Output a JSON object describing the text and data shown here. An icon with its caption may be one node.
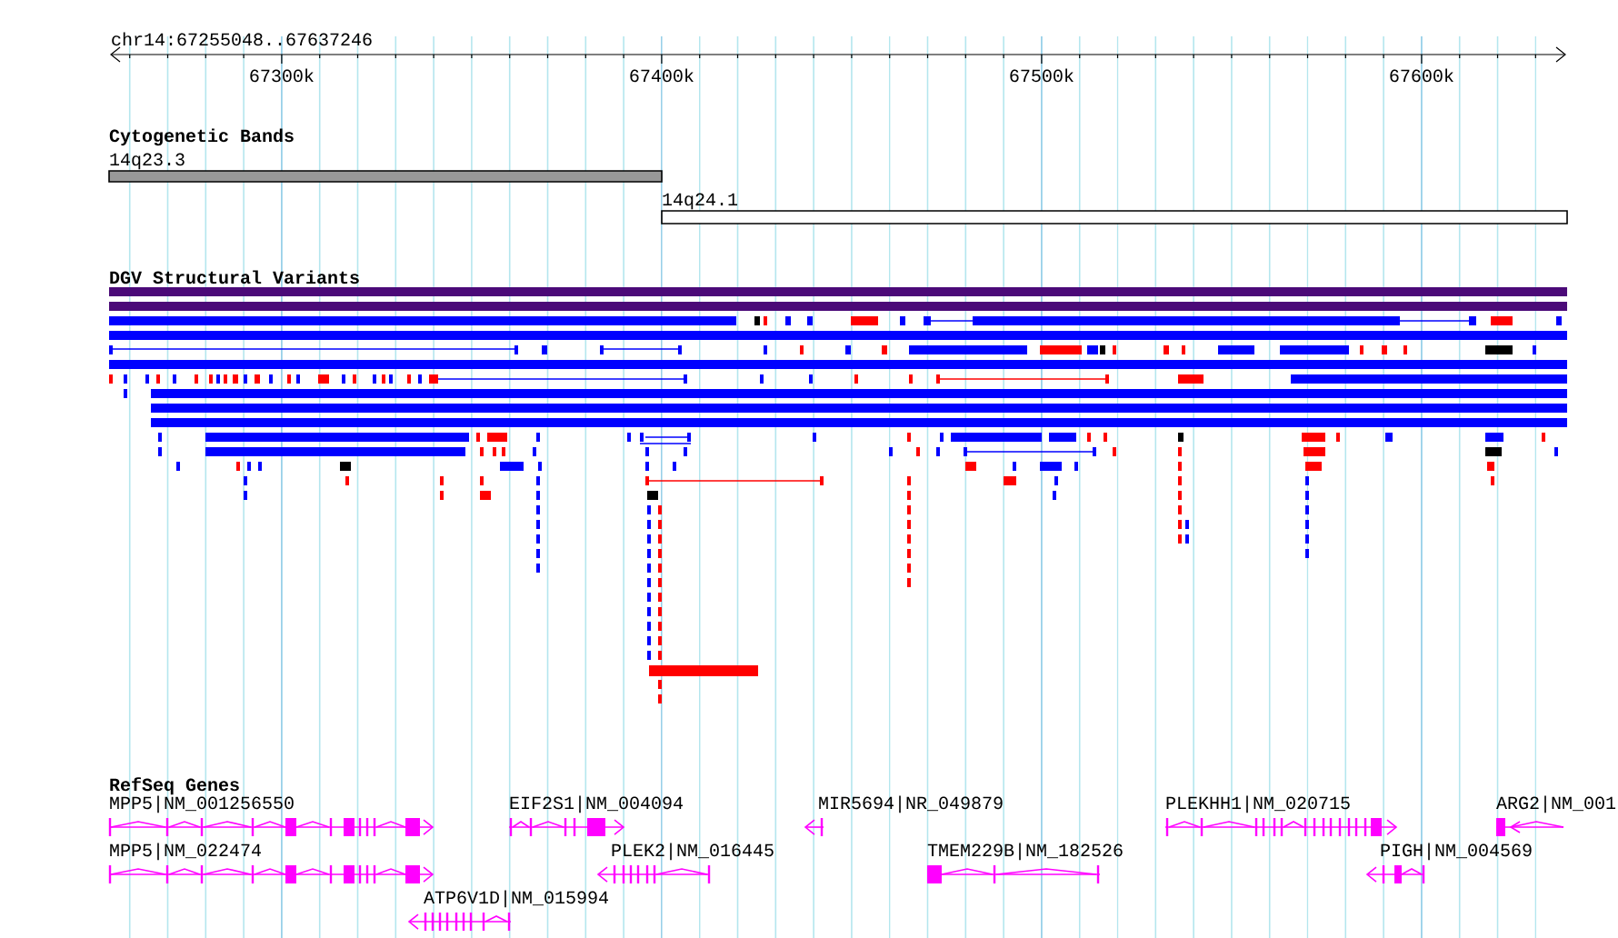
{
  "diagram": {
    "nodes": [
      {
        "text": [
          "14q23.3"
        ]
      },
      {
        "text": [
          "14q24.1"
        ]
      },
      {
        "text": [
          "MPP5|NM_001256550"
        ]
      },
      {
        "text": [
          "EIF2S1|NM_004094"
        ]
      },
      {
        "text": [
          "MIR5694|NR_049879"
        ]
      },
      {
        "text": [
          "PLEKHH1|NM_020715"
        ]
      },
      {
        "text": [
          "ARG2|NM_001"
        ]
      },
      {
        "text": [
          "MPP5|NM_022474"
        ]
      },
      {
        "text": [
          "PLEK2|NM_016445"
        ]
      },
      {
        "text": [
          "TMEM229B|NM_182526"
        ]
      },
      {
        "text": [
          "PIGH|NM_004569"
        ]
      },
      {
        "text": [
          "ATP6V1D|NM_015994"
        ]
      }
    ],
    "labels": [
      "chr14:67255048..67637246",
      "67300k",
      "67400k",
      "67500k",
      "67600k",
      "Cytogenetic Bands",
      "DGV Structural Variants",
      "RefSeq Genes"
    ]
  }
}
